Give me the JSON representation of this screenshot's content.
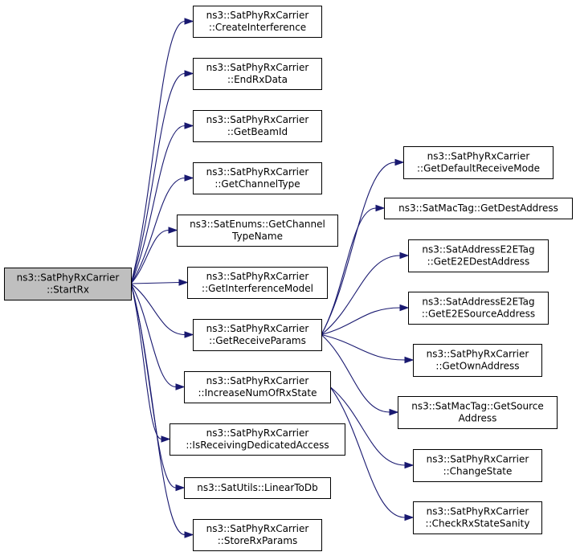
{
  "graph": {
    "root": "startrx",
    "colors": {
      "edge": "#191970",
      "root_fill": "#bfbfbf",
      "node_fill": "#ffffff",
      "border": "#000000"
    },
    "nodes": [
      {
        "id": "startrx",
        "lines": [
          "ns3::SatPhyRxCarrier",
          "::StartRx"
        ]
      },
      {
        "id": "create-interference",
        "lines": [
          "ns3::SatPhyRxCarrier",
          "::CreateInterference"
        ]
      },
      {
        "id": "end-rx-data",
        "lines": [
          "ns3::SatPhyRxCarrier",
          "::EndRxData"
        ]
      },
      {
        "id": "get-beam-id",
        "lines": [
          "ns3::SatPhyRxCarrier",
          "::GetBeamId"
        ]
      },
      {
        "id": "get-channel-type",
        "lines": [
          "ns3::SatPhyRxCarrier",
          "::GetChannelType"
        ]
      },
      {
        "id": "get-channel-type-name",
        "lines": [
          "ns3::SatEnums::GetChannel",
          "TypeName"
        ]
      },
      {
        "id": "get-interference-model",
        "lines": [
          "ns3::SatPhyRxCarrier",
          "::GetInterferenceModel"
        ]
      },
      {
        "id": "get-receive-params",
        "lines": [
          "ns3::SatPhyRxCarrier",
          "::GetReceiveParams"
        ]
      },
      {
        "id": "increase-num-of-rx-state",
        "lines": [
          "ns3::SatPhyRxCarrier",
          "::IncreaseNumOfRxState"
        ]
      },
      {
        "id": "is-receiving-dedicated-access",
        "lines": [
          "ns3::SatPhyRxCarrier",
          "::IsReceivingDedicatedAccess"
        ]
      },
      {
        "id": "linear-to-db",
        "lines": [
          "ns3::SatUtils::LinearToDb"
        ]
      },
      {
        "id": "store-rx-params",
        "lines": [
          "ns3::SatPhyRxCarrier",
          "::StoreRxParams"
        ]
      },
      {
        "id": "get-default-receive-mode",
        "lines": [
          "ns3::SatPhyRxCarrier",
          "::GetDefaultReceiveMode"
        ]
      },
      {
        "id": "get-dest-address",
        "lines": [
          "ns3::SatMacTag::GetDestAddress"
        ]
      },
      {
        "id": "get-e2e-dest-address",
        "lines": [
          "ns3::SatAddressE2ETag",
          "::GetE2EDestAddress"
        ]
      },
      {
        "id": "get-e2e-source-address",
        "lines": [
          "ns3::SatAddressE2ETag",
          "::GetE2ESourceAddress"
        ]
      },
      {
        "id": "get-own-address",
        "lines": [
          "ns3::SatPhyRxCarrier",
          "::GetOwnAddress"
        ]
      },
      {
        "id": "get-source-address",
        "lines": [
          "ns3::SatMacTag::GetSource",
          "Address"
        ]
      },
      {
        "id": "change-state",
        "lines": [
          "ns3::SatPhyRxCarrier",
          "::ChangeState"
        ]
      },
      {
        "id": "check-rx-state-sanity",
        "lines": [
          "ns3::SatPhyRxCarrier",
          "::CheckRxStateSanity"
        ]
      }
    ],
    "edges": [
      {
        "from": "startrx",
        "to": "create-interference"
      },
      {
        "from": "startrx",
        "to": "end-rx-data"
      },
      {
        "from": "startrx",
        "to": "get-beam-id"
      },
      {
        "from": "startrx",
        "to": "get-channel-type"
      },
      {
        "from": "startrx",
        "to": "get-channel-type-name"
      },
      {
        "from": "startrx",
        "to": "get-interference-model"
      },
      {
        "from": "startrx",
        "to": "get-receive-params"
      },
      {
        "from": "startrx",
        "to": "increase-num-of-rx-state"
      },
      {
        "from": "startrx",
        "to": "is-receiving-dedicated-access"
      },
      {
        "from": "startrx",
        "to": "linear-to-db"
      },
      {
        "from": "startrx",
        "to": "store-rx-params"
      },
      {
        "from": "get-receive-params",
        "to": "get-default-receive-mode"
      },
      {
        "from": "get-receive-params",
        "to": "get-dest-address"
      },
      {
        "from": "get-receive-params",
        "to": "get-e2e-dest-address"
      },
      {
        "from": "get-receive-params",
        "to": "get-e2e-source-address"
      },
      {
        "from": "get-receive-params",
        "to": "get-own-address"
      },
      {
        "from": "get-receive-params",
        "to": "get-source-address"
      },
      {
        "from": "increase-num-of-rx-state",
        "to": "change-state"
      },
      {
        "from": "increase-num-of-rx-state",
        "to": "check-rx-state-sanity"
      }
    ]
  }
}
